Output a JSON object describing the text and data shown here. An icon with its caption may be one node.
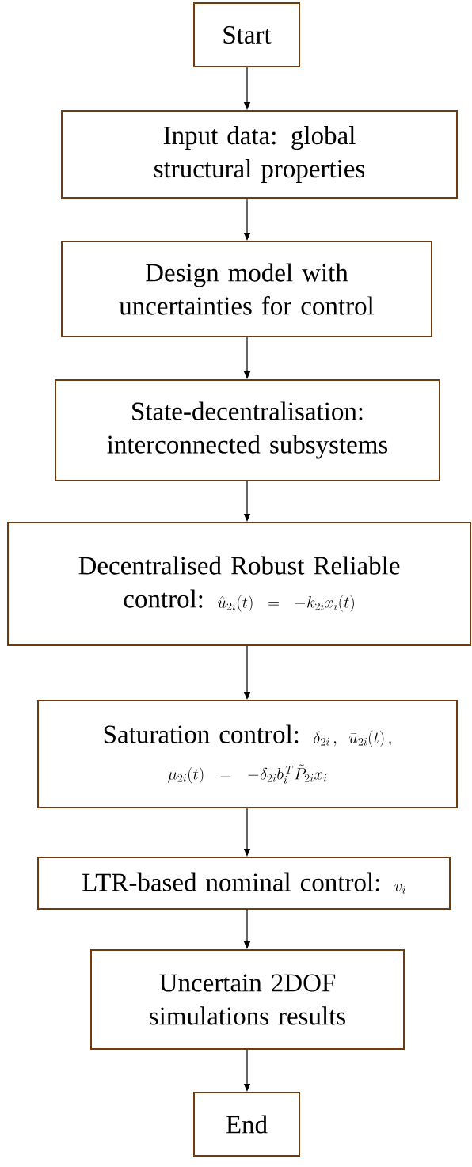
{
  "diagram": {
    "nodes": [
      {
        "text": [
          "Start"
        ]
      },
      {
        "text": [
          "Input data: global structural properties"
        ]
      },
      {
        "text": [
          "Design model with uncertainties for control"
        ]
      },
      {
        "text": [
          "State-decentralisation: interconnected subsystems"
        ]
      },
      {
        "text": [
          "Decentralised Robust Reliable control:",
          "\\hat{u}_{2i}(t) = -k_{2i}x_i(t)"
        ]
      },
      {
        "text": [
          "Saturation control:",
          "\\delta_{2i}\\,,\\ \\bar{u}_{2i}(t)\\,,",
          "\\mu_{2i}(t) = -\\delta_{2i} b_i^{\\,T} \\tilde{P}_{2i} x_i"
        ]
      },
      {
        "text": [
          "LTR-based nominal control:",
          "v_i"
        ]
      },
      {
        "text": [
          "Uncertain 2DOF simulations results"
        ]
      },
      {
        "text": [
          "End"
        ]
      }
    ],
    "edges": [
      {
        "from": 0,
        "to": 1,
        "arrow": "to"
      },
      {
        "from": 1,
        "to": 2,
        "arrow": "to"
      },
      {
        "from": 2,
        "to": 3,
        "arrow": "to"
      },
      {
        "from": 3,
        "to": 4,
        "arrow": "to"
      },
      {
        "from": 4,
        "to": 5,
        "arrow": "to"
      },
      {
        "from": 5,
        "to": 6,
        "arrow": "to"
      },
      {
        "from": 6,
        "to": 7,
        "arrow": "to"
      },
      {
        "from": 7,
        "to": 8,
        "arrow": "to"
      }
    ]
  }
}
